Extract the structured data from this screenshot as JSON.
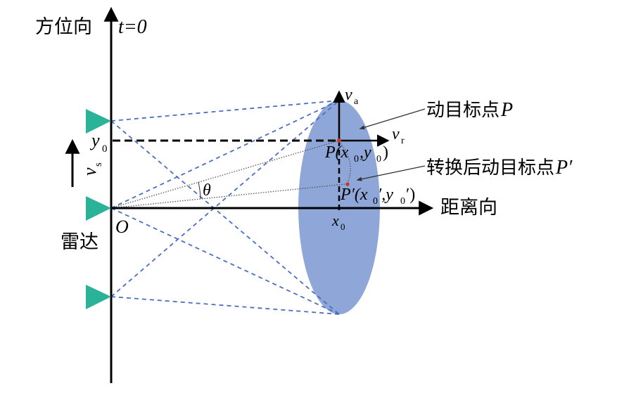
{
  "labels": {
    "azimuth": "方位向",
    "t_zero": "t=0",
    "range": "距离向",
    "radar": "雷达",
    "origin": "O",
    "y0": "y",
    "y0_sub": "0",
    "vs": "v",
    "vs_sub": "s",
    "va": "v",
    "va_sub": "a",
    "vr": "v",
    "vr_sub": "r",
    "x0": "x",
    "x0_sub": "0",
    "theta": "θ",
    "moving_target": "动目标点",
    "moving_target_var": "P",
    "converted_target": "转换后动目标点",
    "converted_target_var": "P′",
    "point_p": "P(x",
    "point_p_sub1": "0",
    "point_p_mid": ",y",
    "point_p_sub2": "0",
    "point_p_end": ")",
    "point_pp": "P′(x",
    "point_pp_sub1": "0",
    "point_pp_mid": "′,y",
    "point_pp_sub2": "0",
    "point_pp_end": "′)"
  },
  "colors": {
    "beam": "#8ea6d8",
    "dashed": "#4a6fc0",
    "radar": "#2bb39a",
    "axis": "#000000",
    "marker": "#c0392b"
  },
  "icons": [
    "radar-triangle-icon",
    "arrow-up-icon"
  ]
}
